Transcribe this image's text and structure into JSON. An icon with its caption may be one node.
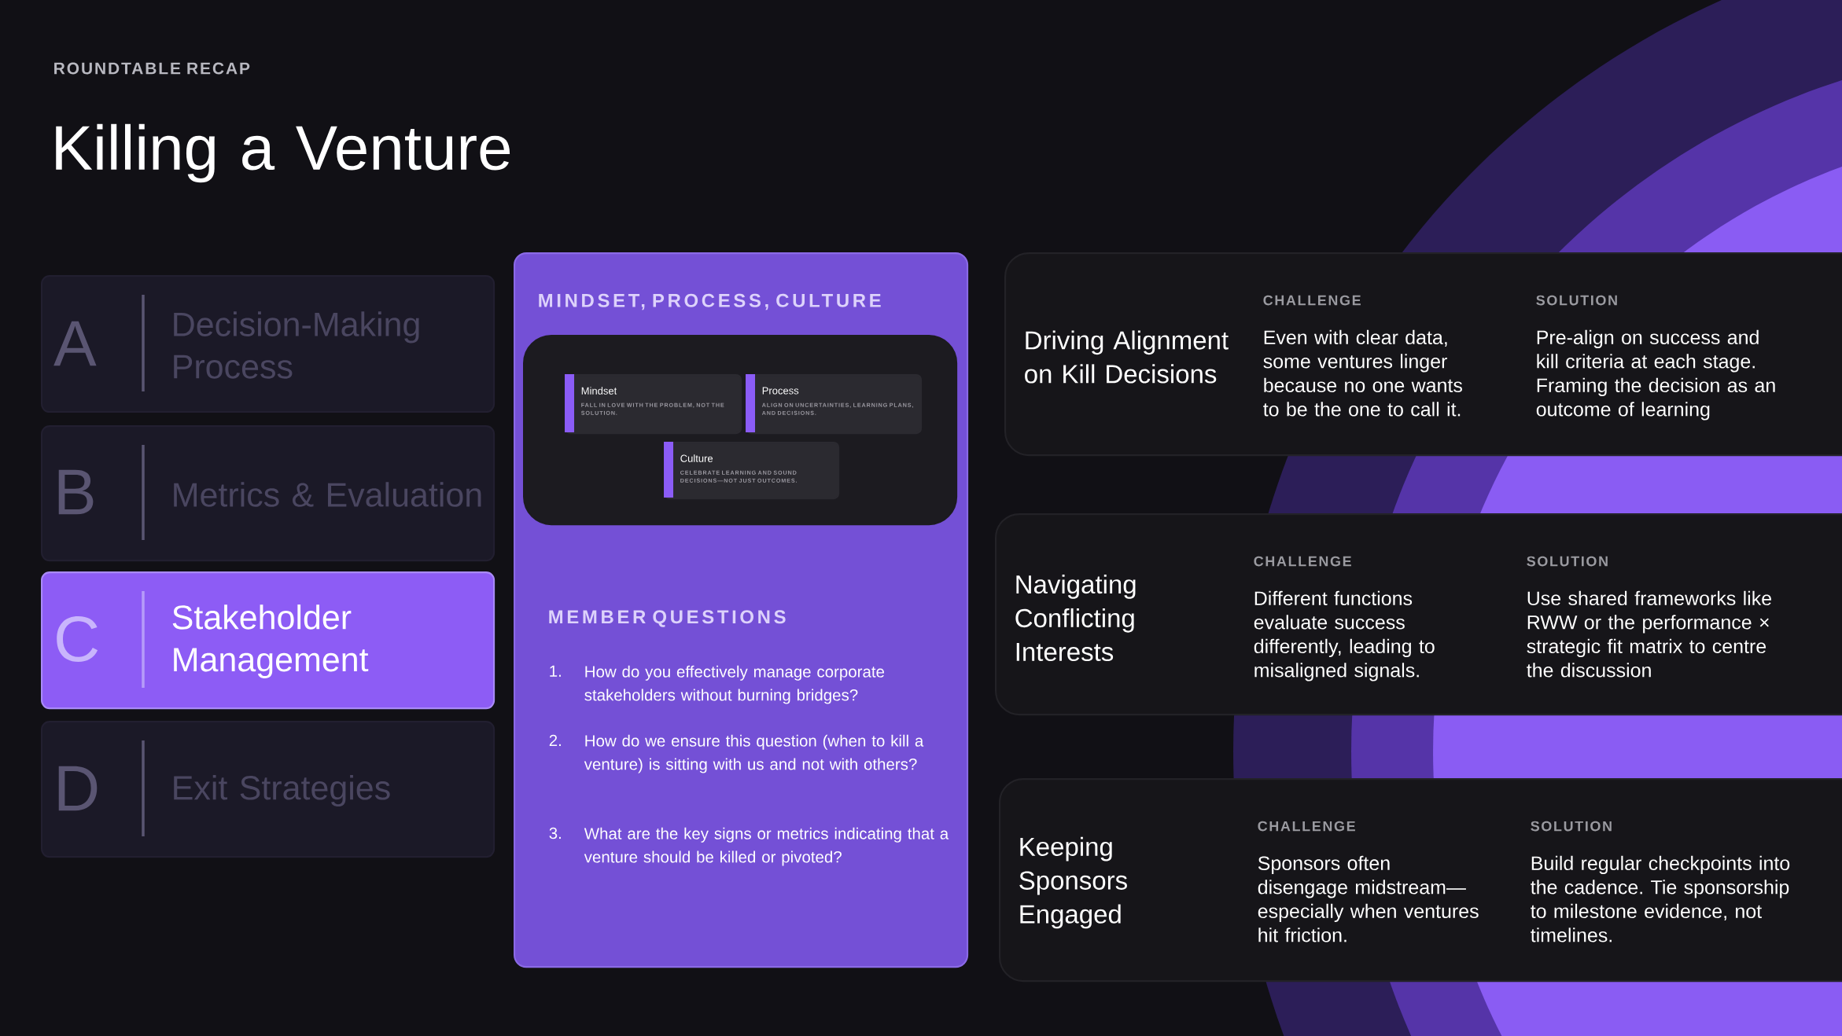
{
  "diagram": {
    "title": "Killing a Venture",
    "nodes": [
      {
        "text": [
          "A",
          "Decision-Making Process"
        ]
      },
      {
        "text": [
          "B",
          "Metrics & Evaluation"
        ]
      },
      {
        "text": [
          "C",
          "Stakeholder Management"
        ]
      },
      {
        "text": [
          "D",
          "Exit Strategies"
        ]
      },
      {
        "text": [
          "MINDSET, PROCESS, CULTURE",
          "MEMBER QUESTIONS",
          "1.",
          "How do you effectively manage corporate stakeholders without burning bridges?",
          "2.",
          "How do we ensure this question (when to kill a venture) is sitting with us and not with others?",
          "3.",
          "What are the key signs or metrics indicating that a venture should be killed or pivoted?"
        ]
      },
      {
        "text": [],
        "shape": "box",
        "in": 4
      },
      {
        "text": [
          "Mindset",
          "FALL IN LOVE WITH THE PROBLEM, NOT THE SOLUTION."
        ],
        "in": 5
      },
      {
        "text": [
          "Process",
          "ALIGN ON UNCERTAINTIES, LEARNING PLANS, AND DECISIONS."
        ],
        "in": 5
      },
      {
        "text": [
          "Culture",
          "CELEBRATE LEARNING AND SOUND DECISIONS—NOT JUST OUTCOMES."
        ],
        "in": 5
      },
      {
        "text": [
          "Driving Alignment on Kill Decisions",
          "CHALLENGE",
          "Even with clear data, some ventures linger because no one wants to be the one to call it.",
          "SOLUTION",
          "Pre-align on success and kill criteria at each stage. Framing the decision as an outcome of learning"
        ]
      },
      {
        "text": [
          "Navigating Conflicting Interests",
          "CHALLENGE",
          "Different functions evaluate success differently, leading to misaligned signals.",
          "SOLUTION",
          "Use shared frameworks like RWW or the performance × strategic fit matrix to centre the discussion"
        ]
      },
      {
        "text": [
          "Keeping Sponsors Engaged",
          "CHALLENGE",
          "Sponsors often disengage midstream—especially when ventures hit friction.",
          "SOLUTION",
          "Build regular checkpoints into the cadence. Tie sponsorship to milestone evidence, not timelines."
        ]
      }
    ],
    "labels": [
      "ROUNDTABLE RECAP"
    ]
  }
}
